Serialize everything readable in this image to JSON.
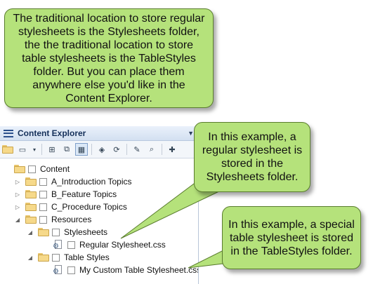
{
  "callouts": {
    "top": "The traditional location to store regular stylesheets is the Stylesheets folder, the the traditional location to store table stylesheets is the TableStyles folder. But you can place them anywhere else you'd like in the Content Explorer.",
    "middle": "In this example, a regular stylesheet is stored in the Stylesheets folder.",
    "bottom": "In this example, a special table stylesheet is stored in the TableStyles folder."
  },
  "explorer": {
    "title": "Content Explorer",
    "tree": [
      {
        "label": "Content"
      },
      {
        "label": "A_Introduction Topics"
      },
      {
        "label": "B_Feature Topics"
      },
      {
        "label": "C_Procedure Topics"
      },
      {
        "label": "Resources"
      },
      {
        "label": "Stylesheets"
      },
      {
        "label": "Regular Stylesheet.css"
      },
      {
        "label": "Table Styles"
      },
      {
        "label": "My Custom Table Stylesheet.css"
      }
    ]
  },
  "colors": {
    "callout_fill": "#b5e27b",
    "callout_border": "#5a7d2e",
    "title_text": "#15305a"
  },
  "icons": [
    "menu-icon",
    "folder-icon",
    "checkbox",
    "stylesheet-icon",
    "expand-arrow-icon",
    "collapse-arrow-icon"
  ]
}
